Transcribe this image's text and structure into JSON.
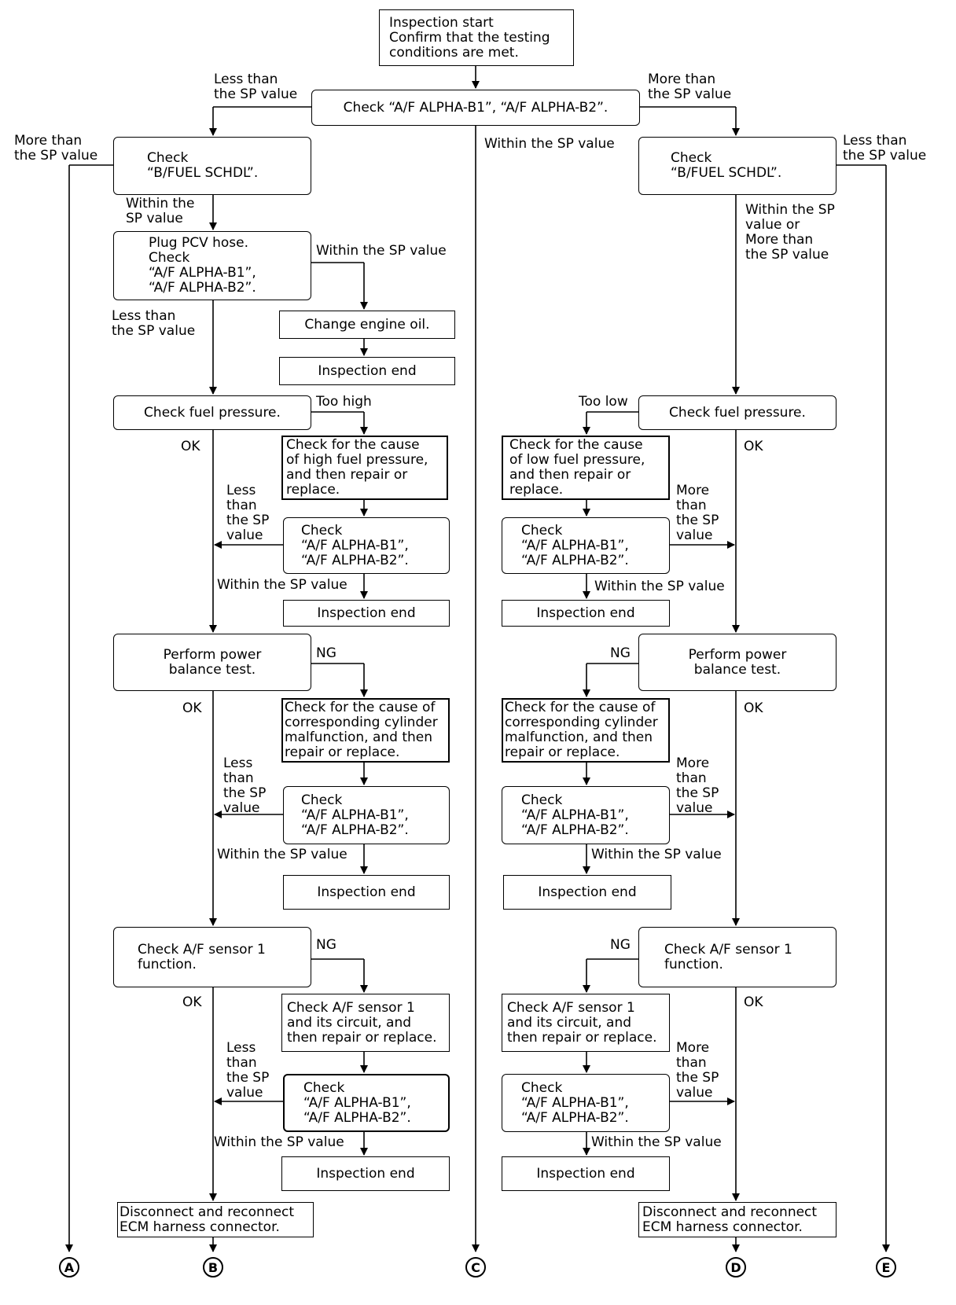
{
  "nodes": {
    "start": "Inspection start\nConfirm that the testing\nconditions are met.",
    "check_alpha_main": "Check “A/F ALPHA-B1”, “A/F ALPHA-B2”.",
    "left": {
      "bfuel": "Check\n“B/FUEL SCHDL”.",
      "plug_pcv": "Plug PCV hose.\nCheck\n“A/F ALPHA-B1”,\n“A/F ALPHA-B2”.",
      "change_oil": "Change engine oil.",
      "end_oil": "Inspection end",
      "fuel_pressure": "Check fuel pressure.",
      "cause_high": "Check for the cause\nof high fuel pressure,\nand then repair or\nreplace.",
      "check_alpha_fuel": "Check\n“A/F ALPHA-B1”,\n“A/F ALPHA-B2”.",
      "end_fuel": "Inspection end",
      "power_balance": "Perform power\nbalance test.",
      "cause_cyl": "Check for the cause of\ncorresponding cylinder\nmalfunction, and then\nrepair or replace.",
      "check_alpha_pb": "Check\n“A/F ALPHA-B1”,\n“A/F ALPHA-B2”.",
      "end_pb": "Inspection end",
      "af_sensor": "Check A/F sensor 1\nfunction.",
      "af_circuit": "Check A/F sensor 1\nand its circuit, and\nthen repair or replace.",
      "check_alpha_af": "Check\n“A/F ALPHA-B1”,\n“A/F ALPHA-B2”.",
      "end_af": "Inspection end",
      "ecm": "Disconnect and reconnect\nECM harness connector."
    },
    "right": {
      "bfuel": "Check\n“B/FUEL SCHDL”.",
      "fuel_pressure": "Check fuel pressure.",
      "cause_low": "Check for the cause\nof low fuel pressure,\nand then repair or\nreplace.",
      "check_alpha_fuel": "Check\n“A/F ALPHA-B1”,\n“A/F ALPHA-B2”.",
      "end_fuel": "Inspection end",
      "power_balance": "Perform power\nbalance test.",
      "cause_cyl": "Check for the cause of\ncorresponding cylinder\nmalfunction, and then\nrepair or replace.",
      "check_alpha_pb": "Check\n“A/F ALPHA-B1”,\n“A/F ALPHA-B2”.",
      "end_pb": "Inspection end",
      "af_sensor": "Check A/F sensor 1\nfunction.",
      "af_circuit": "Check A/F sensor 1\nand its circuit, and\nthen repair or replace.",
      "check_alpha_af": "Check\n“A/F ALPHA-B1”,\n“A/F ALPHA-B2”.",
      "end_af": "Inspection end",
      "ecm": "Disconnect and reconnect\nECM harness connector."
    }
  },
  "labels": {
    "less_sp_top": "Less than\nthe SP value",
    "more_sp_top": "More than\nthe SP value",
    "within_sp_center": "Within the SP value",
    "left_more_sp": "More than\nthe SP value",
    "left_within_bfuel": "Within the\nSP value",
    "left_within_pcv": "Within the SP value",
    "left_less_pcv": "Less than\nthe SP value",
    "too_high": "Too high",
    "left_ok_fuel": "OK",
    "left_less_fuel": "Less\nthan\nthe SP\nvalue",
    "left_within_fuel": "Within the SP value",
    "left_ng_pb": "NG",
    "left_ok_pb": "OK",
    "left_less_pb": "Less\nthan\nthe SP\nvalue",
    "left_within_pb": "Within the SP value",
    "left_ng_af": "NG",
    "left_ok_af": "OK",
    "left_less_af": "Less\nthan\nthe SP\nvalue",
    "left_within_af": "Within the SP value",
    "right_less_sp": "Less than\nthe SP value",
    "right_within_bfuel": "Within the SP\nvalue or\nMore than\nthe SP value",
    "too_low": "Too low",
    "right_ok_fuel": "OK",
    "right_more_fuel": "More\nthan\nthe SP\nvalue",
    "right_within_fuel": "Within the SP value",
    "right_ng_pb": "NG",
    "right_ok_pb": "OK",
    "right_more_pb": "More\nthan\nthe SP\nvalue",
    "right_within_pb": "Within the SP value",
    "right_ng_af": "NG",
    "right_ok_af": "OK",
    "right_more_af": "More\nthan\nthe SP\nvalue",
    "right_within_af": "Within the SP value"
  },
  "connectors": {
    "a": "A",
    "b": "B",
    "c": "C",
    "d": "D",
    "e": "E"
  }
}
